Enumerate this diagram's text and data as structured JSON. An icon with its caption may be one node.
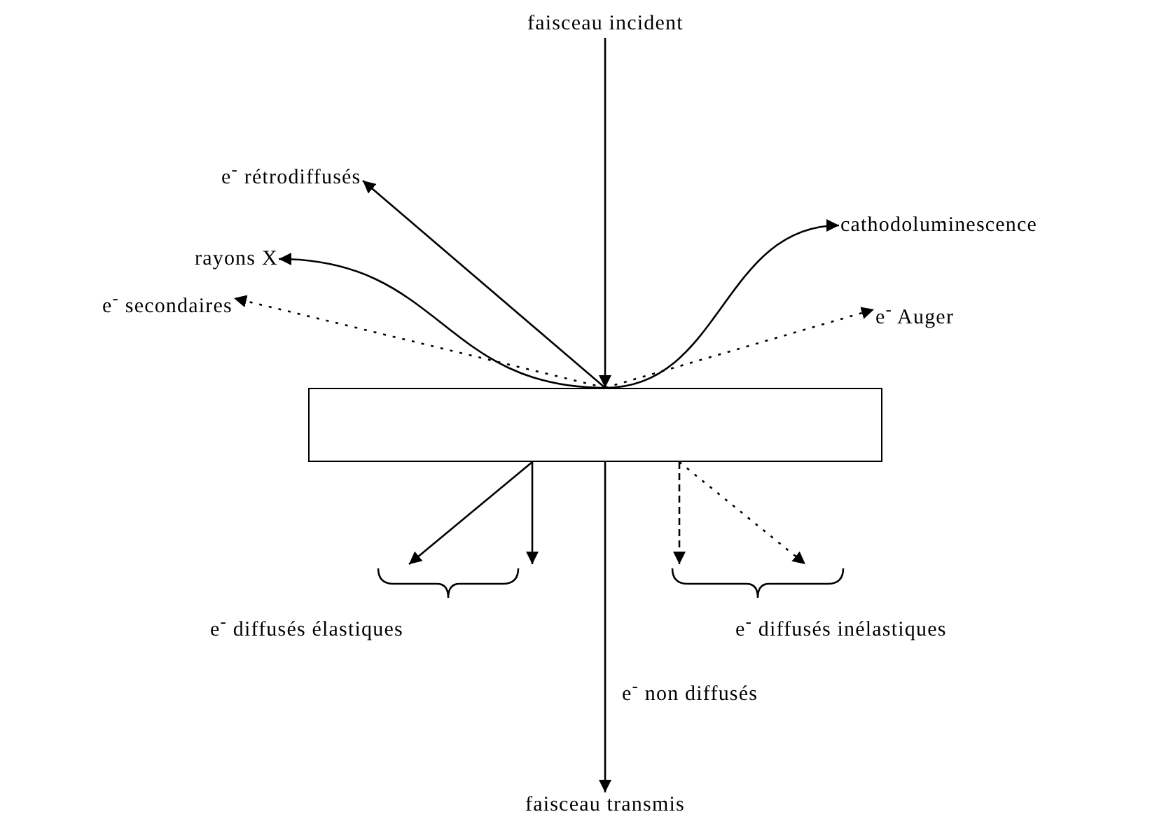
{
  "diagram": {
    "nodes": [
      {
        "text": [
          "faisceau incident"
        ]
      },
      {
        "text": [
          "e$^{-}$ rétrodiffusés"
        ]
      },
      {
        "text": [
          "cathodoluminescence"
        ]
      },
      {
        "text": [
          "rayons X"
        ]
      },
      {
        "text": [
          "e$^{-}$ secondaires"
        ]
      },
      {
        "text": [
          "e$^{-}$ Auger"
        ]
      },
      {
        "text": [],
        "shape": "box"
      },
      {
        "text": [
          "e$^{-}$ diffusés élastiques"
        ]
      },
      {
        "text": [
          "e$^{-}$ diffusés inélastiques"
        ]
      },
      {
        "text": [
          "faisceau transmis"
        ]
      }
    ],
    "edges": [
      {
        "from": 0,
        "to": 6,
        "arrow": "to"
      },
      {
        "from": 6,
        "to": 1,
        "arrow": "to"
      },
      {
        "from": 6,
        "to": 2,
        "arrow": "to"
      },
      {
        "from": 6,
        "to": 3,
        "arrow": "to"
      },
      {
        "from": 6,
        "to": 4,
        "arrow": "to",
        "style": "dashed"
      },
      {
        "from": 6,
        "to": 5,
        "arrow": "to",
        "style": "dashed"
      },
      {
        "from": 6,
        "to": 7,
        "arrow": "to"
      },
      {
        "from": 6,
        "to": 7,
        "arrow": "to"
      },
      {
        "from": 6,
        "to": 8,
        "arrow": "to",
        "style": "dashed"
      },
      {
        "from": 6,
        "to": 8,
        "arrow": "to",
        "style": "dashed"
      },
      {
        "from": 6,
        "to": 9,
        "arrow": "to",
        "label": "e$^{-}$ non diffusés"
      }
    ]
  }
}
